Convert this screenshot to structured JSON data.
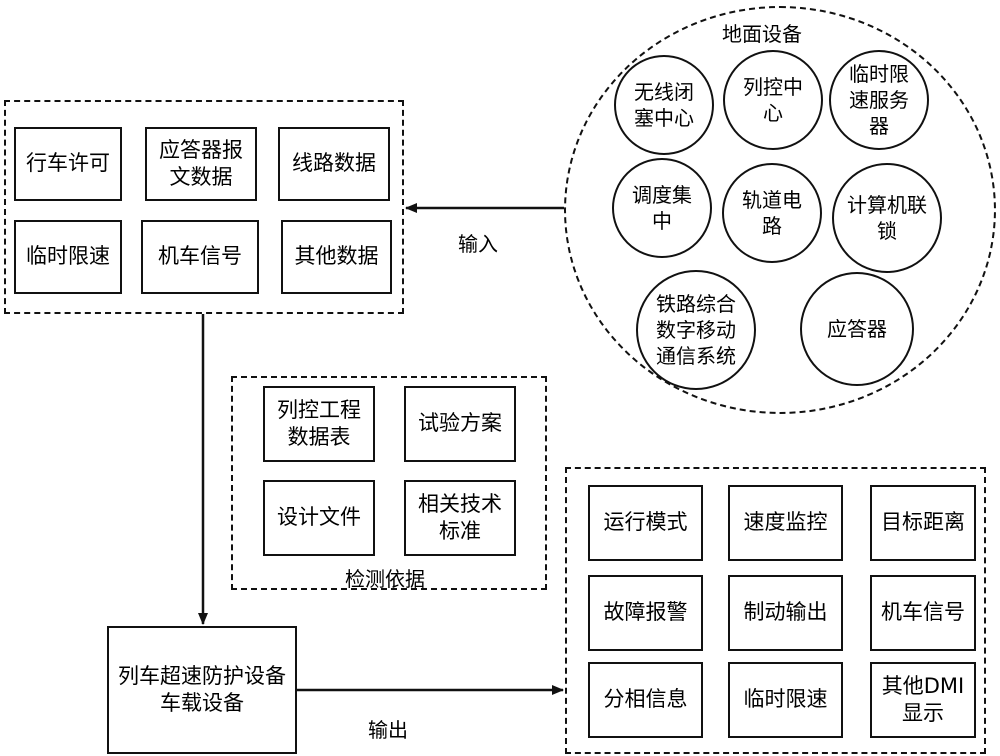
{
  "ground": {
    "title": "地面设备",
    "items": [
      "无线闭\n塞中心",
      "列控中\n心",
      "临时限\n速服务\n器",
      "调度集\n中",
      "轨道电\n路",
      "计算机联\n锁",
      "铁路综合\n数字移动\n通信系统",
      "应答器"
    ]
  },
  "input_group": {
    "items": [
      "行车许可",
      "应答器报\n文数据",
      "线路数据",
      "临时限速",
      "机车信号",
      "其他数据"
    ]
  },
  "input_label": "输入",
  "basis_group": {
    "title": "检测依据",
    "items": [
      "列控工程\n数据表",
      "试验方案",
      "设计文件",
      "相关技术\n标准"
    ]
  },
  "onboard": {
    "label": "列车超速防护设备\n车载设备"
  },
  "output_label": "输出",
  "output_group": {
    "items": [
      "运行模式",
      "速度监控",
      "目标距离",
      "故障报警",
      "制动输出",
      "机车信号",
      "分相信息",
      "临时限速",
      "其他DMI\n显示"
    ]
  }
}
